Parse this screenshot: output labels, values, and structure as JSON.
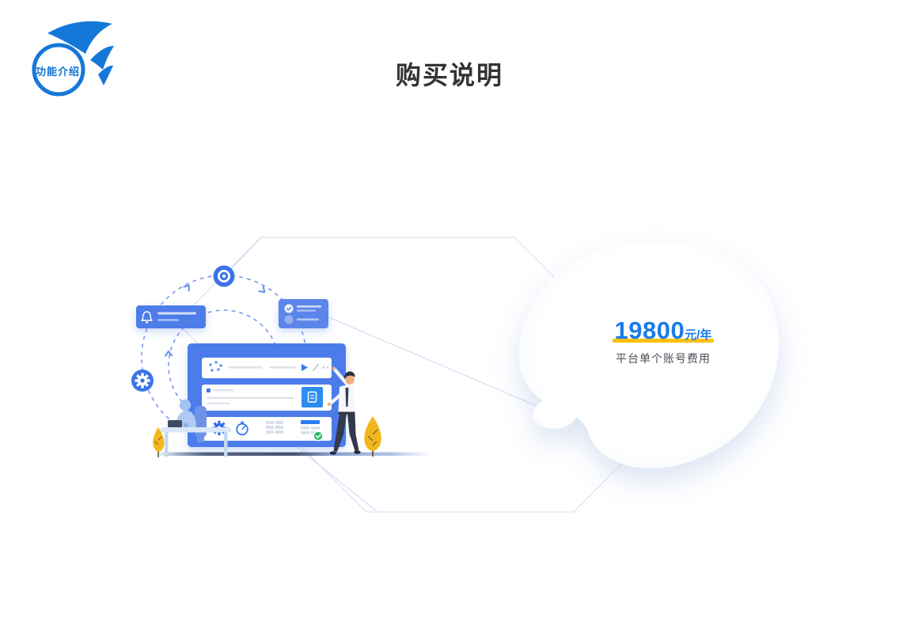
{
  "page": {
    "background": "#ffffff"
  },
  "header": {
    "logo_label": "功能介绍",
    "title": "购买说明"
  },
  "pricing": {
    "amount": "19800",
    "unit": "元/年",
    "description": "平台单个账号费用"
  },
  "illustration": {
    "icons": [
      "target-icon",
      "bell-icon",
      "check-icon",
      "gear-icon",
      "stopwatch-icon",
      "grid-table-icon",
      "report-table-icon",
      "green-check-icon",
      "play-icon",
      "pencil-icon",
      "more-dots-icon",
      "document-button-icon",
      "gear-badge-icon",
      "flow-dots-icon"
    ],
    "elements": [
      "hexagon-outline",
      "dashed-orbits",
      "notification-card",
      "checklist-card",
      "dashboard-panel",
      "standing-person",
      "sitting-person",
      "desk",
      "trees",
      "price-blob",
      "ground-line"
    ]
  },
  "colors": {
    "primary_blue": "#4b7ce9",
    "bright_blue": "#2d8cf0",
    "accent_text_blue": "#1a7be8",
    "highlight_yellow": "#fcc013",
    "success_green": "#2ebd6b",
    "tree_yellow": "#f3b71c",
    "title_text": "#333333",
    "subtitle_text": "#4a4e57"
  }
}
